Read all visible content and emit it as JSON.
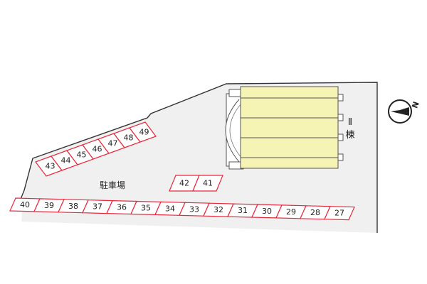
{
  "map": {
    "parking_lot_label": "駐車場",
    "building_label_line1": "Ⅱ",
    "building_label_line2": "棟",
    "compass_letter": "N"
  },
  "stalls": {
    "upper_row": [
      "43",
      "44",
      "45",
      "46",
      "47",
      "48",
      "49"
    ],
    "middle_pair": [
      "42",
      "41"
    ],
    "bottom_row": [
      "40",
      "39",
      "38",
      "37",
      "36",
      "35",
      "34",
      "33",
      "32",
      "31",
      "30",
      "29",
      "28",
      "27"
    ]
  },
  "colors": {
    "ground": "#f0f0f0",
    "ground_edge": "#333333",
    "stall_stroke": "#e8283c",
    "stall_fill": "#ffffff",
    "building_fill": "#f6f4b4",
    "building_stroke": "#555555"
  }
}
